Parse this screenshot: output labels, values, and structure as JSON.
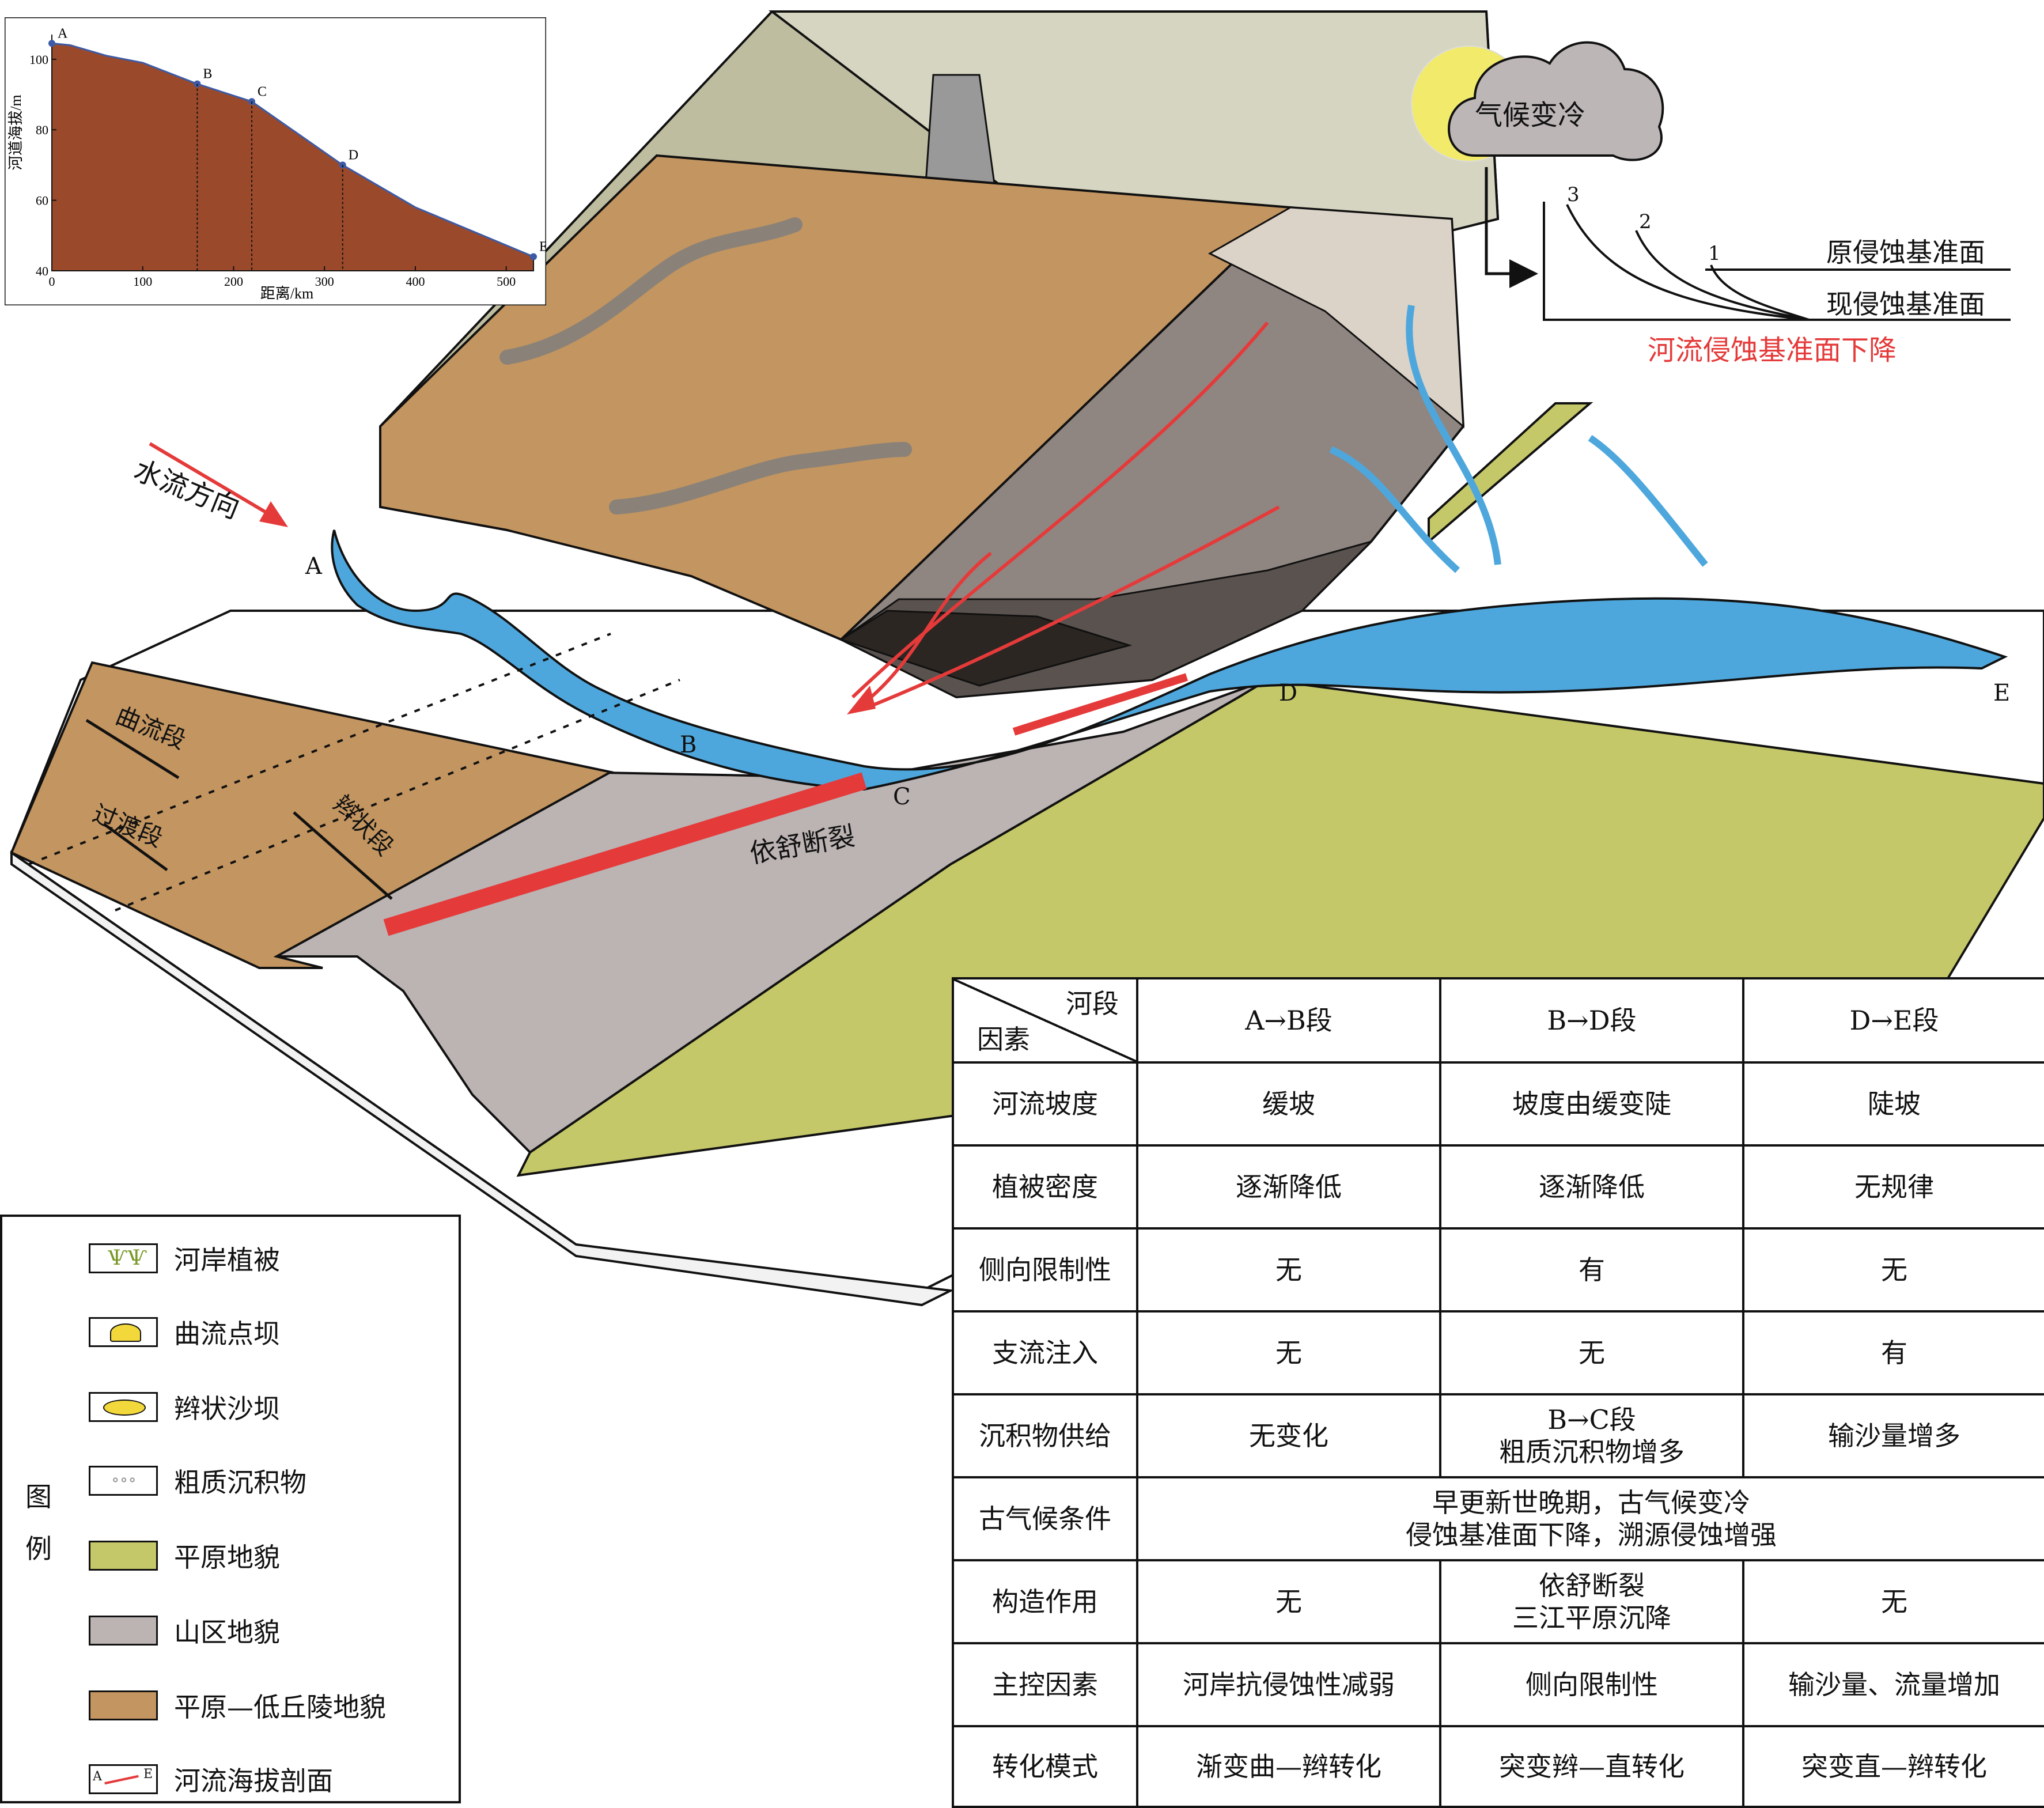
{
  "profile": {
    "ylabel": "河道海拔/m",
    "xlabel": "距离/km",
    "yticks": [
      "100",
      "80",
      "60",
      "40"
    ],
    "xticks": [
      "0",
      "100",
      "200",
      "300",
      "400",
      "500"
    ],
    "points": [
      "A",
      "B",
      "C",
      "D",
      "E"
    ]
  },
  "chart_data": {
    "type": "area",
    "xlabel": "距离/km",
    "ylabel": "河道海拔/m",
    "xlim": [
      0,
      530
    ],
    "ylim": [
      40,
      107
    ],
    "x": [
      0,
      20,
      60,
      100,
      160,
      220,
      320,
      400,
      530
    ],
    "series": [
      {
        "values": [
          104.5,
          104,
          101,
          99,
          93,
          88,
          70,
          58,
          44
        ]
      }
    ],
    "annotations": [
      {
        "label": "A",
        "x": 0,
        "y": 104.5
      },
      {
        "label": "B",
        "x": 160,
        "y": 93
      },
      {
        "label": "C",
        "x": 220,
        "y": 88
      },
      {
        "label": "D",
        "x": 320,
        "y": 70
      },
      {
        "label": "E",
        "x": 530,
        "y": 44
      }
    ],
    "grid": false
  },
  "climate": {
    "cloud_text": "气候变冷",
    "orig_base": "原侵蚀基准面",
    "now_base": "现侵蚀基准面",
    "caption": "河流侵蚀基准面下降",
    "curve_nums": [
      "3",
      "2",
      "1"
    ]
  },
  "map": {
    "flow_direction": "水流方向",
    "fault_name": "依舒断裂",
    "seg_meander": "曲流段",
    "seg_transition": "过渡段",
    "seg_braided": "辫状段",
    "point_labels": [
      "A",
      "B",
      "C",
      "D",
      "E"
    ]
  },
  "legend": {
    "title_1": "图",
    "title_2": "例",
    "items": [
      {
        "label": "河岸植被",
        "icon": "vegetation-icon"
      },
      {
        "label": "曲流点坝",
        "icon": "point-bar-icon"
      },
      {
        "label": "辫状沙坝",
        "icon": "braid-bar-icon"
      },
      {
        "label": "粗质沉积物",
        "icon": "coarse-sediment-icon"
      },
      {
        "label": "平原地貌",
        "color": "#c5c868"
      },
      {
        "label": "山区地貌",
        "color": "#bcb3b3"
      },
      {
        "label": "平原—低丘陵地貌",
        "color": "#c39560"
      },
      {
        "label": "河流海拔剖面",
        "icon": "profile-line-icon",
        "ends": [
          "A",
          "E"
        ]
      }
    ]
  },
  "table": {
    "corner_top": "河段",
    "corner_bottom": "因素",
    "headers": [
      "A→B段",
      "B→D段",
      "D→E段"
    ],
    "rows": [
      {
        "factor": "河流坡度",
        "cells": [
          "缓坡",
          "坡度由缓变陡",
          "陡坡"
        ]
      },
      {
        "factor": "植被密度",
        "cells": [
          "逐渐降低",
          "逐渐降低",
          "无规律"
        ]
      },
      {
        "factor": "侧向限制性",
        "cells": [
          "无",
          "有",
          "无"
        ]
      },
      {
        "factor": "支流注入",
        "cells": [
          "无",
          "无",
          "有"
        ]
      },
      {
        "factor": "沉积物供给",
        "cells": [
          "无变化",
          "B→C段",
          "输沙量增多"
        ],
        "extra": "粗质沉积物增多"
      },
      {
        "factor": "古气候条件",
        "merged_1": "早更新世晚期，古气候变冷",
        "merged_2": "侵蚀基准面下降，溯源侵蚀增强"
      },
      {
        "factor": "构造作用",
        "cells": [
          "无",
          "依舒断裂",
          "无"
        ],
        "extra": "三江平原沉降"
      },
      {
        "factor": "主控因素",
        "cells": [
          "河岸抗侵蚀性减弱",
          "侧向限制性",
          "输沙量、流量增加"
        ]
      },
      {
        "factor": "转化模式",
        "cells": [
          "渐变曲—辫转化",
          "突变辫—直转化",
          "突变直—辫转化"
        ]
      }
    ]
  }
}
